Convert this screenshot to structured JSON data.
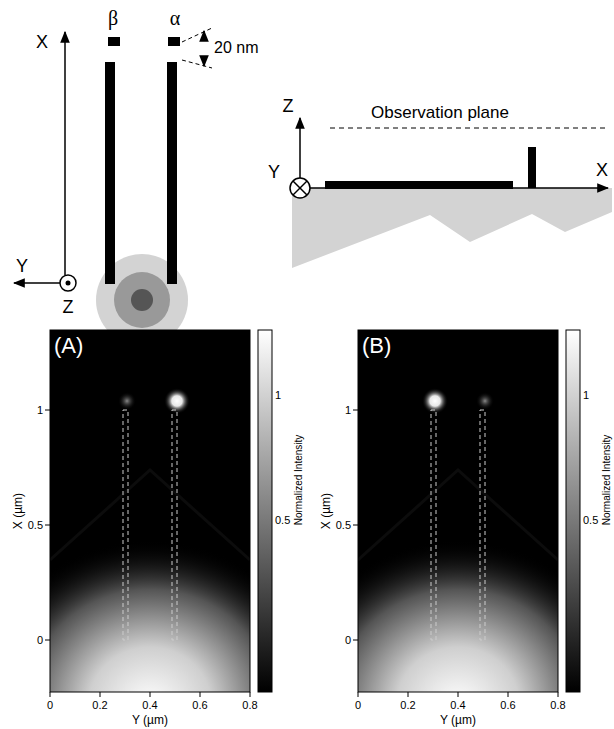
{
  "diagram": {
    "labels": [
      "β",
      "α",
      "20 nm",
      "X",
      "Y",
      "Z",
      "Z",
      "Observation plane",
      "X",
      "Y",
      "(A)",
      "X (µm)",
      "1",
      "0.5",
      "0",
      "0",
      "0.2",
      "0.4",
      "0.6",
      "0.8",
      "Y (µm)",
      "Normalized Intensity",
      "1",
      "0.5",
      "(B)",
      "X (µm)",
      "1",
      "0.5",
      "0",
      "0",
      "0.2",
      "0.4",
      "0.6",
      "0.8",
      "Y (µm)",
      "Normalized Intensity",
      "1",
      "0.5"
    ]
  }
}
